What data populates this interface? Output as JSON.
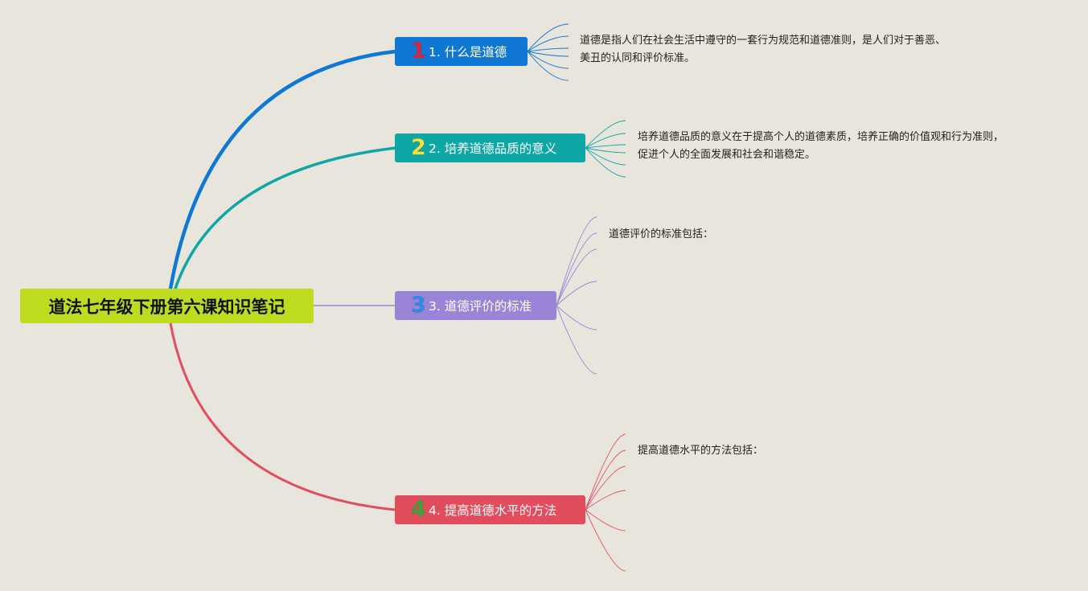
{
  "root": {
    "title": "道法七年级下册第六课知识笔记"
  },
  "topics": [
    {
      "number": "1",
      "label": "1. 什么是道德",
      "color": "#0f77d4",
      "number_color": "#e0243a",
      "note_lines": [
        "道德是指人们在社会生活中遵守的一套行为规范和道德准则，是人们对于善恶、",
        "美丑的认同和评价标准。"
      ]
    },
    {
      "number": "2",
      "label": "2. 培养道德品质的意义",
      "color": "#0fa6a6",
      "number_color": "#f3e03b",
      "note_lines": [
        "培养道德品质的意义在于提高个人的道德素质，培养正确的价值观和行为准则，",
        "促进个人的全面发展和社会和谐稳定。"
      ]
    },
    {
      "number": "3",
      "label": "3. 道德评价的标准",
      "color": "#9a84d8",
      "number_color": "#2c8be8",
      "note_lines": [
        "道德评价的标准包括："
      ]
    },
    {
      "number": "4",
      "label": "4. 提高道德水平的方法",
      "color": "#e24d5e",
      "number_color": "#3aa53a",
      "note_lines": [
        "提高道德水平的方法包括："
      ]
    }
  ]
}
